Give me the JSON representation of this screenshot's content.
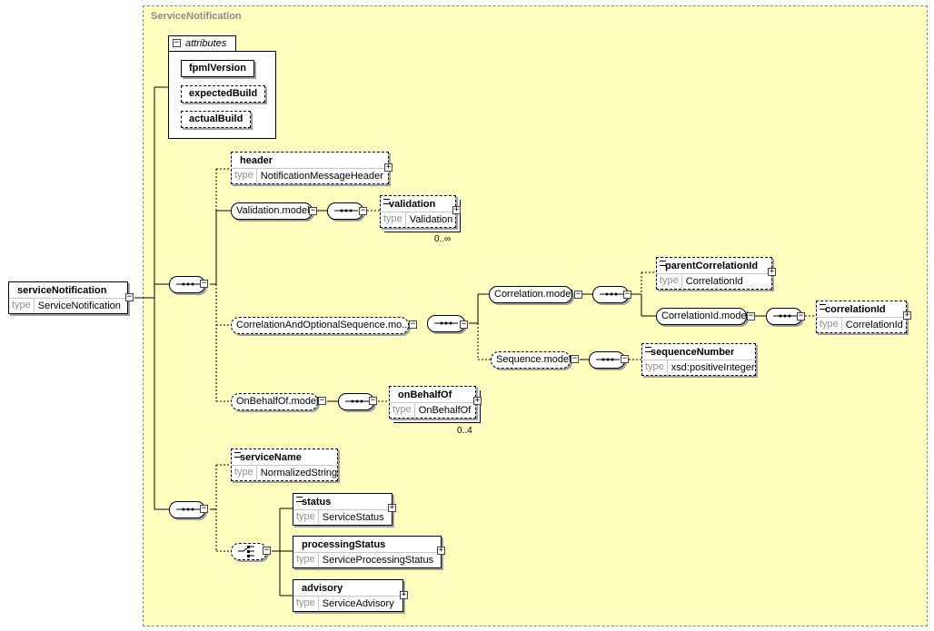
{
  "frame_title": "ServiceNotification",
  "attributes": {
    "tab_label": "attributes",
    "items": [
      "fpmlVersion",
      "expectedBuild",
      "actualBuild"
    ]
  },
  "root": {
    "name": "serviceNotification",
    "type_key": "type",
    "type_value": "ServiceNotification"
  },
  "elements": {
    "header": {
      "name": "header",
      "type_key": "type",
      "type_value": "NotificationMessageHeader"
    },
    "validation": {
      "name": "validation",
      "type_key": "type",
      "type_value": "Validation",
      "occurrence": "0..∞"
    },
    "parentCorrelationId": {
      "name": "parentCorrelationId",
      "type_key": "type",
      "type_value": "CorrelationId"
    },
    "correlationId": {
      "name": "correlationId",
      "type_key": "type",
      "type_value": "CorrelationId"
    },
    "sequenceNumber": {
      "name": "sequenceNumber",
      "type_key": "type",
      "type_value": "xsd:positiveInteger"
    },
    "onBehalfOf": {
      "name": "onBehalfOf",
      "type_key": "type",
      "type_value": "OnBehalfOf",
      "occurrence": "0..4"
    },
    "serviceName": {
      "name": "serviceName",
      "type_key": "type",
      "type_value": "NormalizedString"
    },
    "status": {
      "name": "status",
      "type_key": "type",
      "type_value": "ServiceStatus"
    },
    "processingStatus": {
      "name": "processingStatus",
      "type_key": "type",
      "type_value": "ServiceProcessingStatus"
    },
    "advisory": {
      "name": "advisory",
      "type_key": "type",
      "type_value": "ServiceAdvisory"
    }
  },
  "groups": {
    "validation_model": "Validation.model",
    "correlation_optional_sequence": "CorrelationAndOptionalSequence.mo...",
    "correlation_model": "Correlation.model",
    "correlationid_model": "CorrelationId.model",
    "sequence_model": "Sequence.model",
    "onbehalfof_model": "OnBehalfOf.model"
  },
  "icons": {
    "expand": "+",
    "collapse": "−",
    "sequence": "sequence-compositor-icon",
    "choice": "choice-compositor-icon"
  }
}
